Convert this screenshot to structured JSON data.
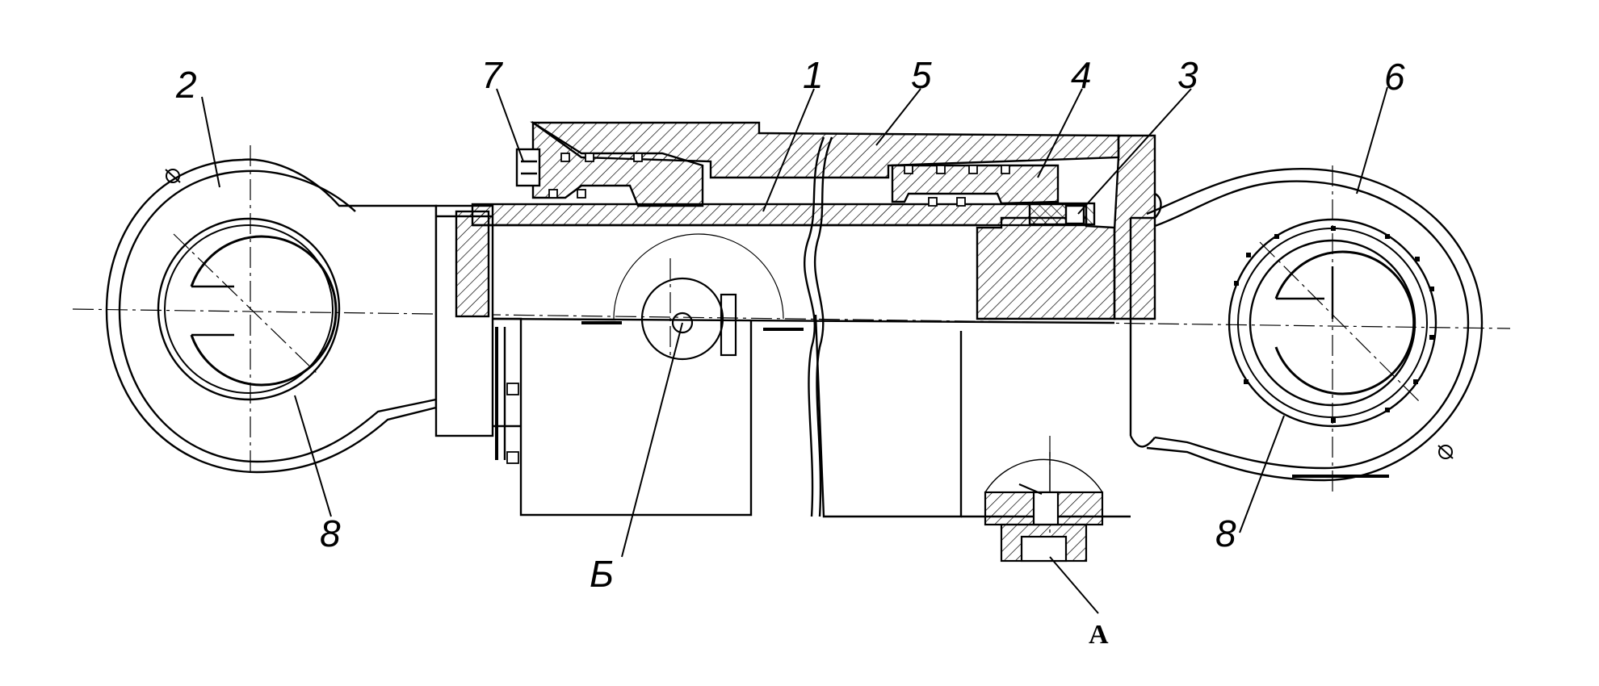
{
  "colors": {
    "ink": "#000000",
    "paper": "#ffffff",
    "hatch": "#000000"
  },
  "callouts": {
    "rear_eye": "2",
    "seal_fastener": "7",
    "piston_rod": "1",
    "cylinder_barrel": "5",
    "piston_seal": "4",
    "piston": "3",
    "front_eye": "6",
    "bushing_left": "8",
    "bushing_right": "8",
    "port_b": "Б",
    "port_a": "А"
  }
}
